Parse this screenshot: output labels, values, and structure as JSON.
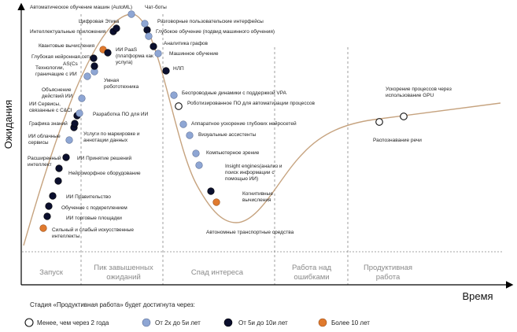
{
  "axes": {
    "y_title": "Ожидания",
    "x_title": "Время"
  },
  "phases": [
    {
      "id": "launch",
      "lines": [
        "Запуск"
      ]
    },
    {
      "id": "peak",
      "lines": [
        "Пик завышенных",
        "ожиданий"
      ]
    },
    {
      "id": "trough",
      "lines": [
        "Спад интереса"
      ]
    },
    {
      "id": "slope",
      "lines": [
        "Работа над",
        "ошибками"
      ]
    },
    {
      "id": "plateau",
      "lines": [
        "Продуктивная",
        "работа"
      ]
    }
  ],
  "legend": {
    "title": "Стадия «Продуктивная работа» будет достигнута через:",
    "items": [
      {
        "label": "Менее, чем через 2 года",
        "color": "#ffffff"
      },
      {
        "label": "От 2х до 5и лет",
        "color": "#8ea6d4"
      },
      {
        "label": "От 5и до 10и лет",
        "color": "#0b0f2e"
      },
      {
        "label": "Более 10 лет",
        "color": "#e07a2e"
      }
    ]
  },
  "technologies": [
    {
      "lines": [
        "Сильный и слабый искусственные",
        "интеллекты"
      ],
      "category": 3
    },
    {
      "lines": [
        "ИИ торговые площадки"
      ],
      "category": 2
    },
    {
      "lines": [
        "Обучение с подкреплением"
      ],
      "category": 2
    },
    {
      "lines": [
        "ИИ Правительство"
      ],
      "category": 2
    },
    {
      "lines": [
        "Нейроморфное оборудование"
      ],
      "category": 2
    },
    {
      "lines": [
        "Расширенный",
        "интеллект"
      ],
      "category": 2
    },
    {
      "lines": [
        "ИИ Принятие решений"
      ],
      "category": 2
    },
    {
      "lines": [
        "ИИ облачные",
        "сервисы"
      ],
      "category": 1
    },
    {
      "lines": [
        "Услуги по маркировке и",
        "аннотации данных"
      ],
      "category": 2
    },
    {
      "lines": [
        "Графика знаний"
      ],
      "category": 2
    },
    {
      "lines": [
        "ИИ Сервисы,",
        "связанные с C&CI"
      ],
      "category": 2
    },
    {
      "lines": [
        "Разработка ПО для ИИ"
      ],
      "category": 1
    },
    {
      "lines": [
        "Объяснение",
        "действий ИИ"
      ],
      "category": 1
    },
    {
      "lines": [
        "Технологии,",
        "граничащие с ИИ"
      ],
      "category": 1
    },
    {
      "lines": [
        "Умная",
        "робототехника"
      ],
      "category": 1
    },
    {
      "lines": [
        "AS(Cs"
      ],
      "category": 2
    },
    {
      "lines": [
        "Глубокая нейронная сеть"
      ],
      "category": 2
    },
    {
      "lines": [
        "Квантовые вычисления"
      ],
      "category": 3
    },
    {
      "lines": [
        "ИИ PaaS",
        "(платформа как",
        "услуга)"
      ],
      "category": 2
    },
    {
      "lines": [
        "Интеллектуальные приложения"
      ],
      "category": 2
    },
    {
      "lines": [
        "Цифровая Этика"
      ],
      "category": 2
    },
    {
      "lines": [
        "Автоматическое обучение машин (AutoML)"
      ],
      "category": 1
    },
    {
      "lines": [
        "Чат-боты"
      ],
      "category": 2
    },
    {
      "lines": [
        "Разговорные пользовательские интерфейсы"
      ],
      "category": 1
    },
    {
      "lines": [
        "Глубокое обучение (подвид машинного обучения)"
      ],
      "category": 1
    },
    {
      "lines": [
        "Аналитика графов"
      ],
      "category": 2
    },
    {
      "lines": [
        "Машинное обучение"
      ],
      "category": 1
    },
    {
      "lines": [
        "НЛП"
      ],
      "category": 2
    },
    {
      "lines": [
        "Беспроводные динамики с поддержкой VPA"
      ],
      "category": 1
    },
    {
      "lines": [
        "Роботизированное ПО для автоматизации процессов"
      ],
      "category": 0
    },
    {
      "lines": [
        "Аппаратное ускорение глубоких нейросетей"
      ],
      "category": 1
    },
    {
      "lines": [
        "Визуальные ассистенты"
      ],
      "category": 1
    },
    {
      "lines": [
        "Компьютерное зрение"
      ],
      "category": 1
    },
    {
      "lines": [
        "Insight engines(анализ и",
        "поиск информации с",
        "помощью ИИ)"
      ],
      "category": 1
    },
    {
      "lines": [
        "Когнитивные",
        "вычисления"
      ],
      "category": 2
    },
    {
      "lines": [
        "Автономные транспортные средства"
      ],
      "category": 3
    },
    {
      "lines": [
        "Распознавание речи"
      ],
      "category": 0
    },
    {
      "lines": [
        "Ускорение процессов через",
        "использование GPU"
      ],
      "category": 0
    }
  ]
}
